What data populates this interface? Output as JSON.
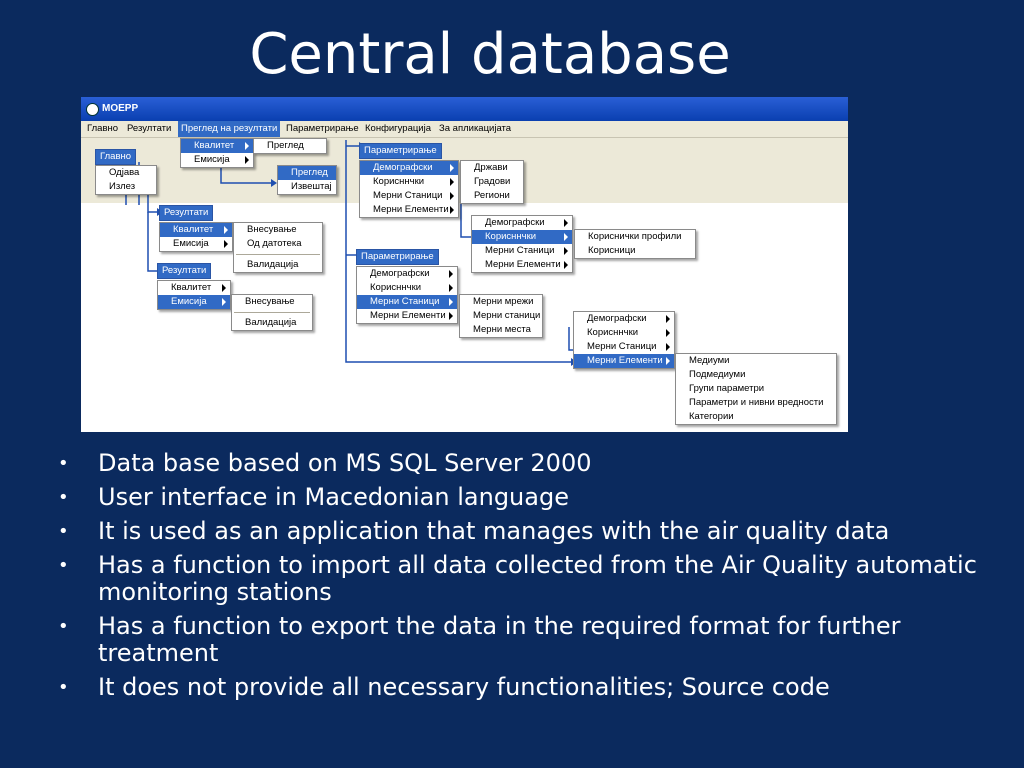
{
  "slide": {
    "title": "Central database"
  },
  "app": {
    "window_title": "MOEPP",
    "menubar": [
      "Главно",
      "Резултати",
      "Преглед на резултати",
      "Параметрирање",
      "Конфигурација",
      "За апликацијата"
    ]
  },
  "menus": {
    "glavno": {
      "header": "Главно",
      "items": [
        "Одјава",
        "Излез"
      ]
    },
    "pregled": {
      "items": [
        "Квалитет",
        "Емисија"
      ],
      "sub": [
        "Преглед"
      ],
      "sub2": [
        "Преглед",
        "Извештај"
      ]
    },
    "rez1": {
      "header": "Резултати",
      "items": [
        "Квалитет",
        "Емисија"
      ],
      "sub": [
        "Внесување",
        "Од датотека",
        "Валидација"
      ]
    },
    "rez2": {
      "header": "Резултати",
      "items": [
        "Квалитет",
        "Емисија"
      ],
      "sub": [
        "Внесување",
        "Валидација"
      ]
    },
    "param1": {
      "header": "Параметрирање",
      "items": [
        "Демографски",
        "Корисннчки",
        "Мерни Станици",
        "Мерни Елементи"
      ],
      "sub": [
        "Држави",
        "Градови",
        "Региони"
      ]
    },
    "param_kor": {
      "items": [
        "Демографски",
        "Корисннчки",
        "Мерни Станици",
        "Мерни Елементи"
      ],
      "sub": [
        "Кориснички профили",
        "Корисници"
      ]
    },
    "param2": {
      "header": "Параметрирање",
      "items": [
        "Демографски",
        "Корисннчки",
        "Мерни Станици",
        "Мерни Елементи"
      ],
      "sub": [
        "Мерни мрежи",
        "Мерни станици",
        "Мерни места"
      ]
    },
    "param_el": {
      "items": [
        "Демографски",
        "Корисннчки",
        "Мерни Станици",
        "Мерни Елементи"
      ],
      "sub": [
        "Медиуми",
        "Подмедиуми",
        "Групи параметри",
        "Параметри и нивни вредности",
        "Категории"
      ]
    }
  },
  "bullets": [
    "Data base based on MS SQL Server 2000",
    "User interface in Macedonian language",
    "It is used as an application that manages with the air quality data",
    "Has a function to import all data collected from the Air Quality automatic monitoring stations",
    "Has a function to export the data in the required format for further treatment",
    "It does not provide all necessary functionalities; Source code"
  ]
}
